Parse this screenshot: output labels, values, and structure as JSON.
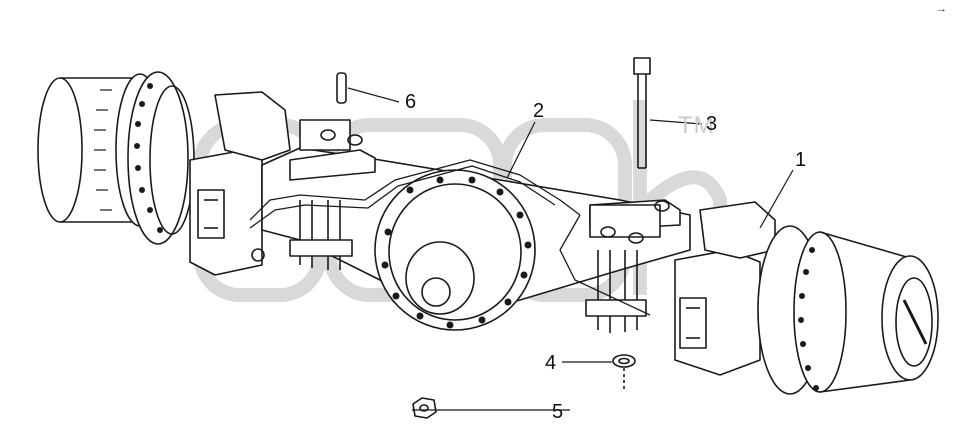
{
  "callouts": [
    {
      "id": "1",
      "label": "1"
    },
    {
      "id": "2",
      "label": "2"
    },
    {
      "id": "3",
      "label": "3"
    },
    {
      "id": "4",
      "label": "4"
    },
    {
      "id": "5",
      "label": "5"
    },
    {
      "id": "6",
      "label": "6"
    }
  ],
  "watermark": {
    "text": "gmcb",
    "tm": "TM"
  },
  "corner_mark": "→",
  "colors": {
    "line": "#1a1a1a",
    "watermark": "#d6d6d6",
    "background": "#ffffff"
  }
}
